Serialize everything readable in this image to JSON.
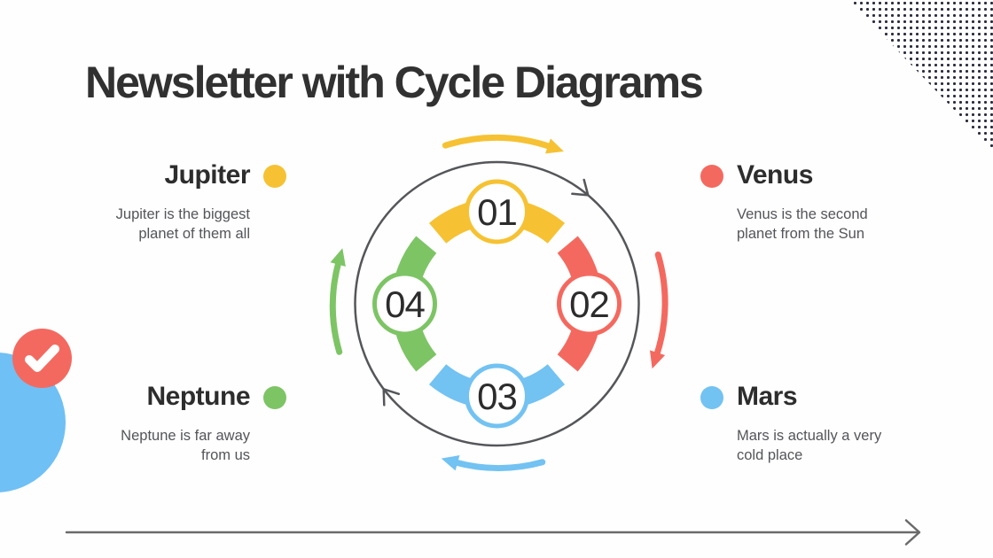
{
  "title": "Newsletter with Cycle Diagrams",
  "colors": {
    "yellow": "#F6C233",
    "red": "#F4695F",
    "blue": "#72C2F2",
    "green": "#7DC465",
    "outline_gray": "#55565A",
    "title_text": "#313131",
    "body_text": "#54555A",
    "corner_dots": "#2C2C3E"
  },
  "cycle": {
    "direction": "clockwise",
    "nodes": [
      {
        "number": "01",
        "color": "#F6C233",
        "position": "top"
      },
      {
        "number": "02",
        "color": "#F4695F",
        "position": "right"
      },
      {
        "number": "03",
        "color": "#72C2F2",
        "position": "bottom"
      },
      {
        "number": "04",
        "color": "#7DC465",
        "position": "left"
      }
    ]
  },
  "labels": [
    {
      "planet": "Jupiter",
      "description_lines": [
        "Jupiter is the biggest",
        "planet of them all"
      ],
      "dot_color": "#F6C233",
      "side": "left"
    },
    {
      "planet": "Venus",
      "description_lines": [
        "Venus is the second",
        "planet from the Sun"
      ],
      "dot_color": "#F4695F",
      "side": "right"
    },
    {
      "planet": "Neptune",
      "description_lines": [
        "Neptune is far away",
        "from us"
      ],
      "dot_color": "#7DC465",
      "side": "left"
    },
    {
      "planet": "Mars",
      "description_lines": [
        "Mars is actually a very",
        "cold place"
      ],
      "dot_color": "#72C2F2",
      "side": "right"
    }
  ],
  "decorations": {
    "dotted_triangle": {
      "position": "top-right",
      "dot_color": "#2C2C3E"
    },
    "blue_circle": {
      "position": "bottom-left",
      "color": "#6FC0F4"
    },
    "check_badge": {
      "position": "mid-left",
      "color": "#F4695F",
      "icon": "check-icon"
    }
  },
  "bottom_arrow": {
    "direction": "right",
    "color": "#6A6A6A"
  }
}
